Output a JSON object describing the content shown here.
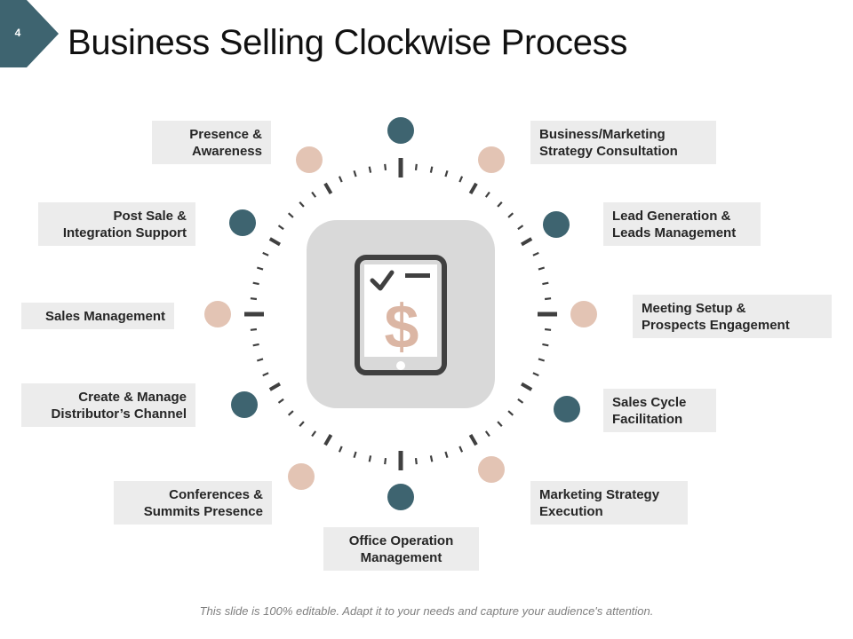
{
  "slide": {
    "number": "4",
    "title": "Business Selling Clockwise Process",
    "footer": "This slide is 100% editable. Adapt it to your needs and capture your audience's attention."
  },
  "colors": {
    "accent_dark": "#3e6470",
    "accent_light": "#e3c4b4",
    "label_bg": "#ececec",
    "center_bg": "#d9d9d9",
    "tablet": "#404040",
    "dollar": "#dbb6a4",
    "tick": "#404040"
  },
  "center_icon": "tablet-dollar-checklist-icon",
  "steps": [
    {
      "id": "business-marketing-strategy-consultation",
      "lines": [
        "Business/Marketing",
        "Strategy Consultation"
      ]
    },
    {
      "id": "lead-generation-leads-management",
      "lines": [
        "Lead Generation &",
        "Leads Management"
      ]
    },
    {
      "id": "meeting-setup-prospects-engagement",
      "lines": [
        "Meeting Setup &",
        "Prospects Engagement"
      ]
    },
    {
      "id": "sales-cycle-facilitation",
      "lines": [
        "Sales Cycle",
        "Facilitation"
      ]
    },
    {
      "id": "marketing-strategy-execution",
      "lines": [
        "Marketing Strategy",
        "Execution"
      ]
    },
    {
      "id": "office-operation-management",
      "lines": [
        "Office Operation",
        "Management"
      ]
    },
    {
      "id": "conferences-summits-presence",
      "lines": [
        "Conferences &",
        "Summits Presence"
      ]
    },
    {
      "id": "create-manage-distributors-channel",
      "lines": [
        "Create & Manage",
        "Distributor’s Channel"
      ]
    },
    {
      "id": "sales-management",
      "lines": [
        "Sales Management"
      ]
    },
    {
      "id": "post-sale-integration-support",
      "lines": [
        "Post Sale &",
        "Integration Support"
      ]
    },
    {
      "id": "presence-awareness",
      "lines": [
        "Presence &",
        "Awareness"
      ]
    }
  ]
}
